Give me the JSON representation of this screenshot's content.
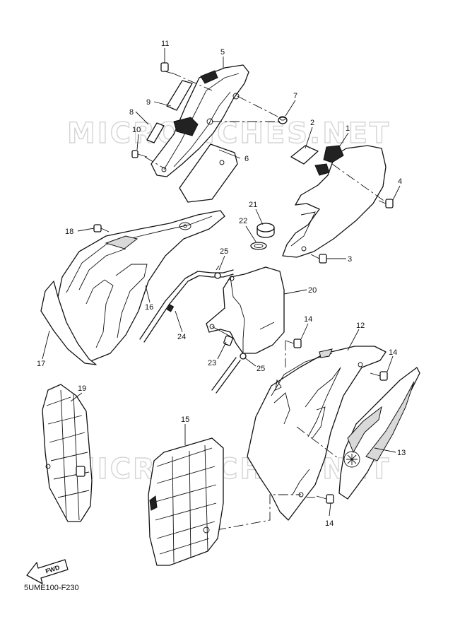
{
  "watermark": "MICROFICHES.NET",
  "diagram_code": "5UME100-F230",
  "fwd_label": "FWD",
  "callouts": [
    "1",
    "2",
    "3",
    "4",
    "5",
    "6",
    "7",
    "8",
    "9",
    "10",
    "11",
    "12",
    "13",
    "14",
    "15",
    "16",
    "17",
    "18",
    "19",
    "20",
    "21",
    "22",
    "23",
    "24",
    "25"
  ]
}
